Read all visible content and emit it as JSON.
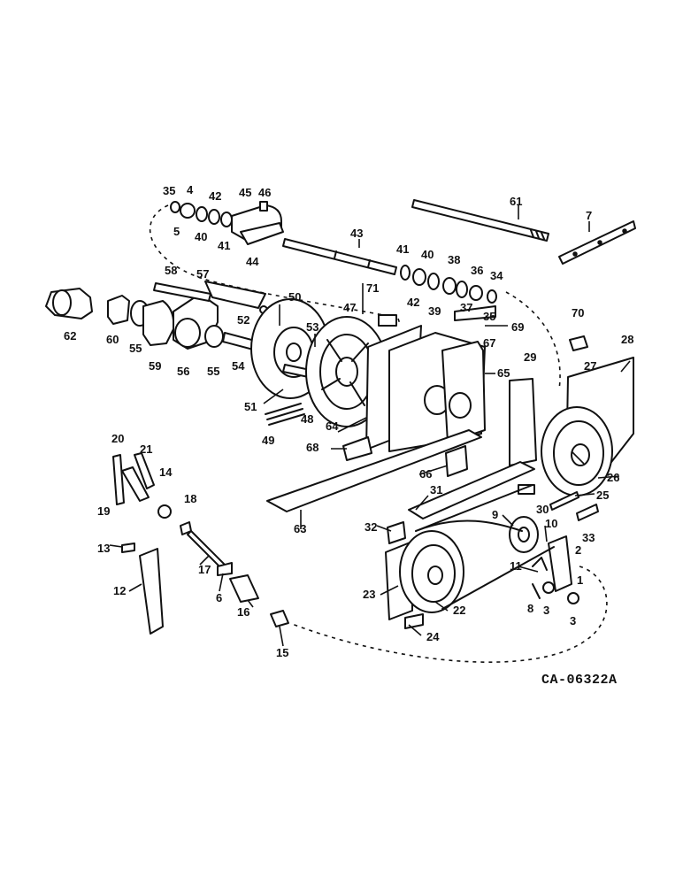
{
  "diagram": {
    "callouts": [
      "1",
      "2",
      "3",
      "3",
      "4",
      "5",
      "6",
      "7",
      "8",
      "9",
      "10",
      "11",
      "12",
      "13",
      "14",
      "15",
      "16",
      "17",
      "18",
      "19",
      "20",
      "21",
      "22",
      "23",
      "24",
      "25",
      "26",
      "27",
      "28",
      "29",
      "30",
      "31",
      "32",
      "33",
      "34",
      "35",
      "35",
      "36",
      "37",
      "38",
      "39",
      "40",
      "40",
      "41",
      "41",
      "42",
      "42",
      "43",
      "44",
      "45",
      "46",
      "47",
      "48",
      "49",
      "50",
      "51",
      "52",
      "53",
      "54",
      "55",
      "55",
      "56",
      "57",
      "58",
      "59",
      "60",
      "61",
      "62",
      "63",
      "64",
      "65",
      "66",
      "67",
      "68",
      "69",
      "70",
      "71"
    ],
    "drawing_code": "CA-06322A"
  }
}
